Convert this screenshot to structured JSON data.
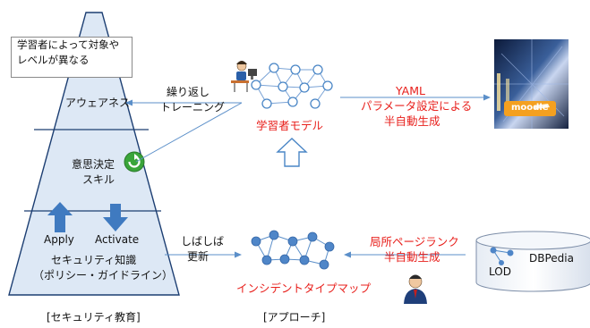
{
  "left_pyramid": {
    "note": [
      "学習者によって対象や",
      "レベルが異なる"
    ],
    "layers": {
      "top": "アウェアネス",
      "middle": [
        "意思決定",
        "スキル"
      ],
      "bottom": [
        "セキュリティ知識",
        "（ポリシー・ガイドライン）"
      ]
    },
    "apply": "Apply",
    "activate": "Activate",
    "caption": "[セキュリティ教育]"
  },
  "top_flow": {
    "repeat_training": [
      "繰り返し",
      "トレーニング"
    ],
    "model_label": "学習者モデル",
    "yaml_label": [
      "YAML",
      "パラメータ設定による",
      "半自動生成"
    ],
    "moodle_label": "moodle"
  },
  "bottom_flow": {
    "update_label": [
      "しばしば",
      "更新"
    ],
    "map_label": "インシデントタイプマップ",
    "pagerank_label": [
      "局所ページランク",
      "半自動生成"
    ],
    "lod_label": "LOD",
    "dbpedia_label": "DBPedia"
  },
  "approach_caption": "[アプローチ]",
  "colors": {
    "pyramid_fill": "#dde8f5",
    "pyramid_stroke": "#1c3e72",
    "accent_blue": "#4a86c6",
    "accent_red": "#e8201c",
    "node_blue": "#4f86c8",
    "cycle_green": "#3aa53a",
    "moodle_orange": "#f4a020"
  }
}
